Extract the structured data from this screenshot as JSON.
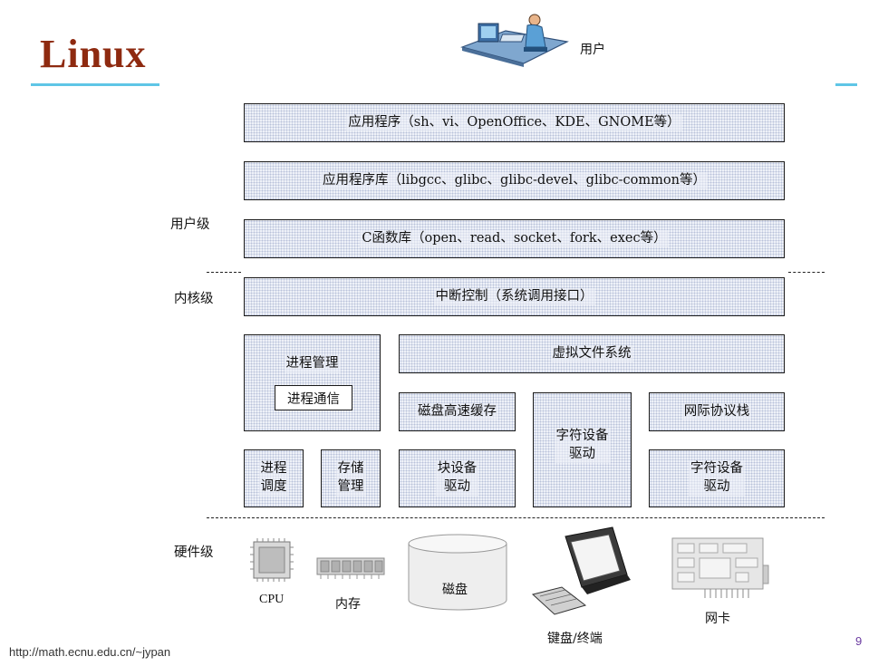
{
  "title": "Linux",
  "user_label": "用户",
  "levels": {
    "user": "用户级",
    "kernel": "内核级",
    "hardware": "硬件级"
  },
  "boxes": {
    "apps": "应用程序（sh、vi、OpenOffice、KDE、GNOME等）",
    "app_libs": "应用程序库（libgcc、glibc、glibc-devel、glibc-common等）",
    "c_libs": "C函数库（open、read、socket、fork、exec等）",
    "interrupt": "中断控制（系统调用接口）",
    "process_mgmt": "进程管理",
    "ipc": "进程通信",
    "vfs": "虚拟文件系统",
    "disk_cache": "磁盘高速缓存",
    "char_dev_mid": "字符设备\n驱动",
    "net_stack": "网际协议栈",
    "proc_sched": "进程\n调度",
    "mem_mgmt": "存储\n管理",
    "block_dev": "块设备\n驱动",
    "char_dev_right": "字符设备\n驱动"
  },
  "hardware": {
    "cpu": "CPU",
    "memory": "内存",
    "disk": "磁盘",
    "keyboard": "键盘/终端",
    "nic": "网卡"
  },
  "footer": {
    "url": "http://math.ecnu.edu.cn/~jypan",
    "page": "9"
  },
  "colors": {
    "title": "#8e2a10",
    "accent": "#5fc6e6",
    "page_number": "#6a3aa0"
  }
}
